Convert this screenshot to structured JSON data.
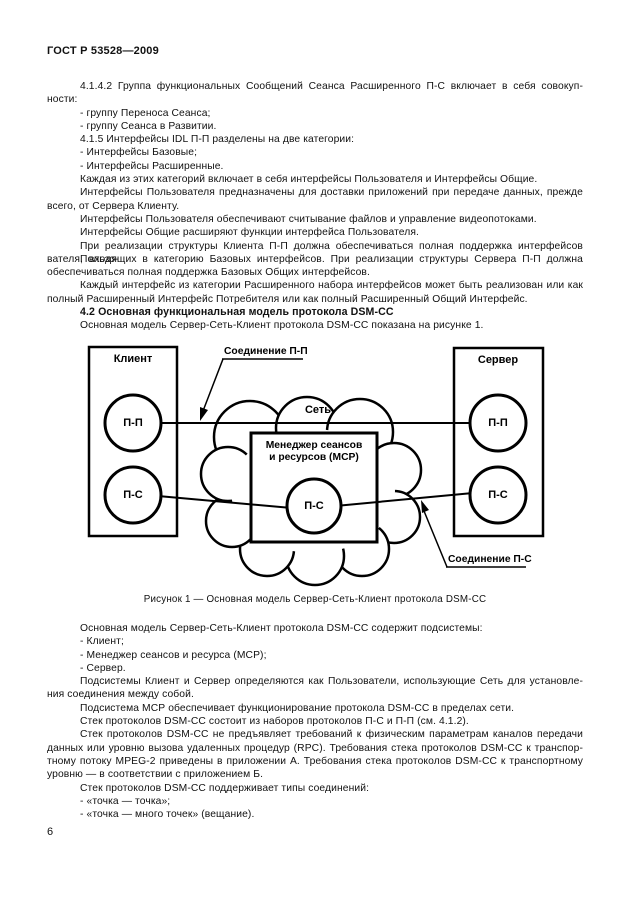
{
  "header": {
    "title": "ГОСТ Р 53528—2009"
  },
  "body_top": {
    "lines": [
      {
        "t": "4.1.4.2 Группа функциональных Сообщений Сеанса Расширенного П-С включает в себя совокуп-",
        "i": true,
        "j": true
      },
      {
        "t": "ности:"
      },
      {
        "t": "- группу Переноса Сеанса;",
        "i": true
      },
      {
        "t": "- группу Сеанса в Развитии.",
        "i": true
      },
      {
        "t": "4.1.5 Интерфейсы IDL П-П разделены на две категории:",
        "i": true
      },
      {
        "t": "- Интерфейсы Базовые;",
        "i": true
      },
      {
        "t": "- Интерфейсы Расширенные.",
        "i": true
      },
      {
        "t": "Каждая из этих категорий включает в себя интерфейсы Пользователя и Интерфейсы Общие.",
        "i": true
      },
      {
        "t": "Интерфейсы Пользователя предназначены для доставки приложений при передаче данных, прежде",
        "i": true,
        "j": true
      },
      {
        "t": "всего, от Сервера Клиенту."
      },
      {
        "t": "Интерфейсы Пользователя обеспечивают считывание файлов и управление видеопотоками.",
        "i": true
      },
      {
        "t": "Интерфейсы Общие расширяют функции интерфейса Пользователя.",
        "i": true
      },
      {
        "t": "При реализации структуры Клиента П-П должна обеспечиваться полная поддержка интерфейсов Пользо-",
        "i": true,
        "j": true
      },
      {
        "t": "вателя, входящих в категорию Базовых интерфейсов. При реализации структуры Сервера П-П должна",
        "j": true
      },
      {
        "t": "обеспечиваться полная поддержка Базовых Общих интерфейсов."
      },
      {
        "t": "Каждый интерфейс из категории Расширенного набора интерфейсов может быть реализован или как",
        "i": true,
        "j": true
      },
      {
        "t": "полный Расширенный Интерфейс Потребителя или как полный Расширенный Общий Интерфейс."
      },
      {
        "t": "4.2 Основная функциональная модель протокола DSM-CC",
        "i": true,
        "b": true
      },
      {
        "t": "Основная модель Сервер-Сеть-Клиент протокола DSM-CC показана на рисунке 1.",
        "i": true
      }
    ]
  },
  "figure": {
    "client_box_label": "Клиент",
    "server_box_label": "Сервер",
    "pp_circle_label": "П-П",
    "ps_circle_label": "П-С",
    "network_label": "Сеть",
    "mcp_line1": "Менеджер сеансов",
    "mcp_line2": "и ресурсов (МСР)",
    "connection_pp_label": "Соединение П-П",
    "connection_ps_label": "Соединение П-С",
    "caption": "Рисунок 1 — Основная модель Сервер-Сеть-Клиент протокола DSM-CC"
  },
  "body_bottom": {
    "lines": [
      {
        "t": "Основная модель Сервер-Сеть-Клиент протокола DSM-CC содержит подсистемы:",
        "i": true
      },
      {
        "t": "- Клиент;",
        "i": true
      },
      {
        "t": "- Менеджер сеансов и ресурса (МСР);",
        "i": true
      },
      {
        "t": "- Сервер.",
        "i": true
      },
      {
        "t": "Подсистемы Клиент и Сервер определяются как Пользователи, использующие Сеть для установле-",
        "i": true,
        "j": true
      },
      {
        "t": "ния соединения между собой."
      },
      {
        "t": "Подсистема МСР обеспечивает функционирование протокола DSM-CC в пределах сети.",
        "i": true
      },
      {
        "t": "Стек протоколов DSM-CC состоит из наборов протоколов П-С и П-П (см. 4.1.2).",
        "i": true
      },
      {
        "t": "Стек протоколов DSM-CC не предъявляет требований к физическим параметрам каналов передачи",
        "i": true,
        "j": true
      },
      {
        "t": "данных или уровню вызова удаленных процедур (RPC). Требования стека протоколов DSM-CC к транспор-",
        "j": true
      },
      {
        "t": "тному потоку MPEG-2 приведены в приложении А. Требования стека протоколов DSM-CC к транспортному",
        "j": true
      },
      {
        "t": "уровню — в соответствии с приложением Б."
      },
      {
        "t": "Стек протоколов DSM-CC поддерживает типы соединений:",
        "i": true
      },
      {
        "t": "- «точка — точка»;",
        "i": true
      },
      {
        "t": "- «точка — много точек» (вещание).",
        "i": true
      }
    ]
  },
  "footer": {
    "page_number": "6"
  }
}
